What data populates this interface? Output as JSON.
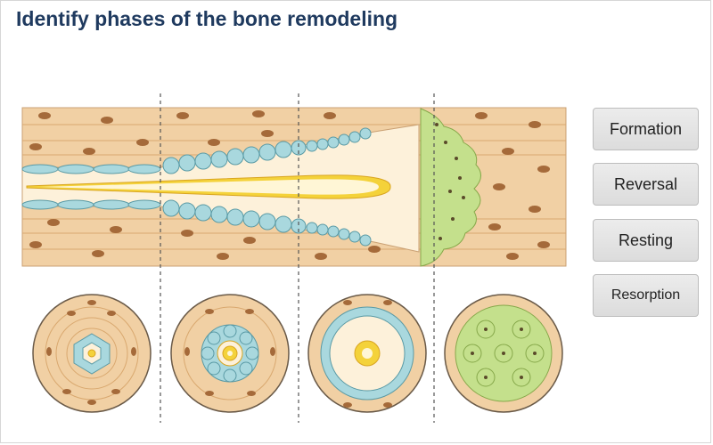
{
  "page": {
    "title": "Identify phases of the bone remodeling"
  },
  "options": [
    {
      "label": "Formation"
    },
    {
      "label": "Reversal"
    },
    {
      "label": "Resting"
    },
    {
      "label": "Resorption"
    }
  ],
  "colors": {
    "bone": "#f1d0a4",
    "bone_line": "#d9a86f",
    "osteocyte": "#a56a3a",
    "osteoblast": "#a9d8de",
    "osteoclast": "#c4e08c",
    "canal": "#fdf1da",
    "canal_yellow": "#f4d23a",
    "title": "#1f3a5f",
    "divider": "#555555"
  }
}
